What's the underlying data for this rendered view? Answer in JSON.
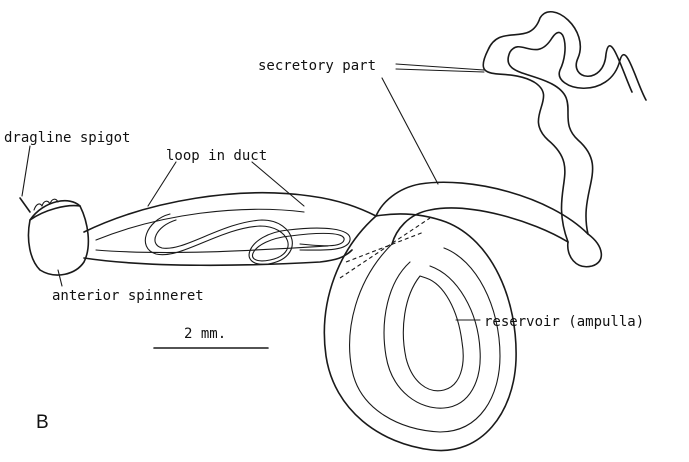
{
  "labels": {
    "secretory_part": "secretory part",
    "dragline_spigot": "dragline spigot",
    "loop_in_duct": "loop in duct",
    "anterior_spinneret": "anterior spinneret",
    "scale": "2 mm.",
    "reservoir": "reservoir (ampulla)",
    "panel": "B"
  }
}
